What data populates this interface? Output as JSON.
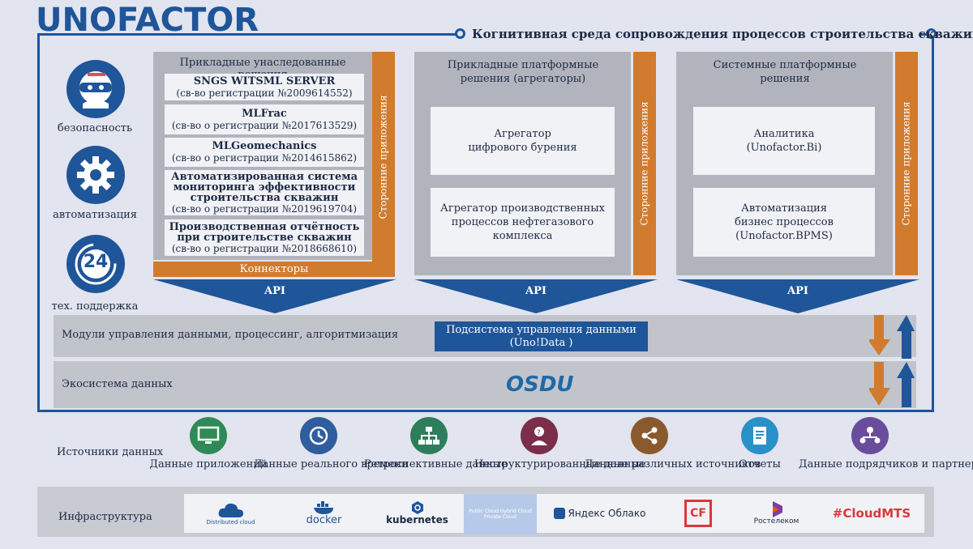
{
  "brand": "UNOFACTOR",
  "header_title": "Когнитивная среда сопровождения процессов строительства скважин",
  "sidebar": [
    {
      "label": "безопасность",
      "icon": "ninja-icon"
    },
    {
      "label": "автоматизация",
      "icon": "gear-icon"
    },
    {
      "label": "тех. поддержка",
      "icon": "support-24-icon",
      "icon_text": "24"
    }
  ],
  "third_party": "Сторонние приложения",
  "legacy": {
    "title": "Прикладные унаследованные решения",
    "items": [
      {
        "name": "SNGS WITSML SERVER",
        "reg": "(св-во регистрации №2009614552)"
      },
      {
        "name": "MLFrac",
        "reg": "(св-во о регистрации №2017613529)"
      },
      {
        "name": "MLGeomechanics",
        "reg": "(св-во о регистрации №2014615862)"
      },
      {
        "name": "Автоматизированная система мониторинга эффективности строительства скважин",
        "reg": "(св-во о регистрации №2019619704)"
      },
      {
        "name": "Производственная отчётность при строительстве скважин",
        "reg": "(св-во о регистрации №2018668610)"
      }
    ],
    "connectors": "Коннекторы"
  },
  "platform_apps": {
    "title": "Прикладные платформные решения (агрегаторы)",
    "cards": [
      "Агрегатор цифрового бурения",
      "Агрегатор производственных процессов нефтегазового комплекса"
    ]
  },
  "system_apps": {
    "title": "Системные платформные решения",
    "cards": [
      "Аналитика (Unofactor.Bi)",
      "Автоматизация бизнес процессов (Unofactor.BPMS)"
    ]
  },
  "api_label": "API",
  "data_modules": {
    "label": "Модули управления данными, процессинг, алгоритмизация",
    "subsystem": "Подсистема управления данными (Uno!Data )"
  },
  "ecosystem": {
    "label": "Экосистема данных",
    "logo": "OSDU"
  },
  "sources": {
    "label": "Источники данных",
    "items": [
      {
        "label": "Данные приложений",
        "icon": "monitor-icon",
        "color": "#2e8b57"
      },
      {
        "label": "Данные реального времени",
        "icon": "clock-icon",
        "color": "#2f5d9e"
      },
      {
        "label": "Ретроспективные данные",
        "icon": "network-icon",
        "color": "#2e7d5b"
      },
      {
        "label": "Неструктурированные данные",
        "icon": "person-question-icon",
        "color": "#7a2e4a"
      },
      {
        "label": "Данные различных источников",
        "icon": "share-icon",
        "color": "#8a5a2e"
      },
      {
        "label": "Отчеты",
        "icon": "document-icon",
        "color": "#2a90c8"
      },
      {
        "label": "Данные подрядчиков и партнеров",
        "icon": "team-icon",
        "color": "#6a4c9c"
      }
    ]
  },
  "infra": {
    "label": "Инфраструктура",
    "logos": [
      "Distributed cloud",
      "docker",
      "kubernetes",
      "Public Cloud Hybrid Cloud Private Cloud",
      "Яндекс Облако",
      "CF",
      "Ростелеком",
      "#CloudMTS"
    ]
  }
}
